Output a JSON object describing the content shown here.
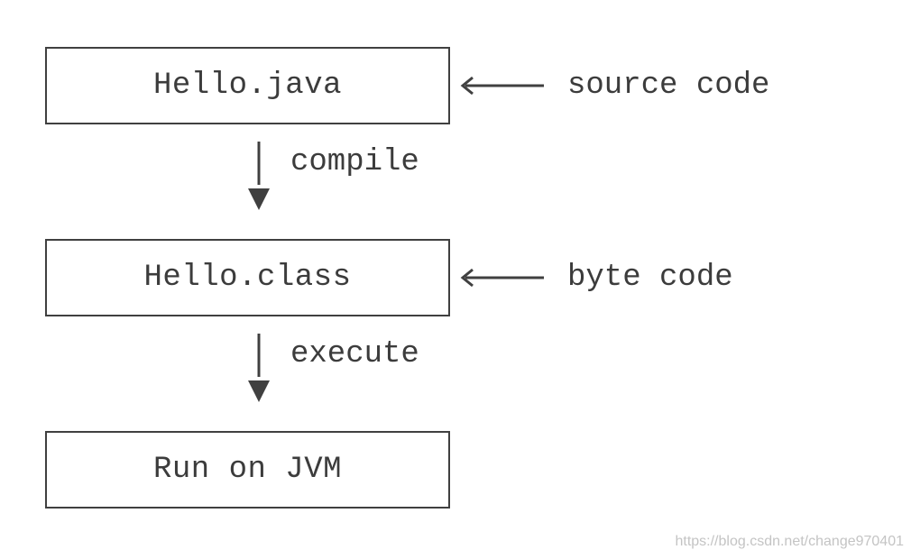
{
  "boxes": [
    {
      "label": "Hello.java"
    },
    {
      "label": "Hello.class"
    },
    {
      "label": "Run on JVM"
    }
  ],
  "notes": [
    {
      "text": "source code"
    },
    {
      "text": "byte code"
    }
  ],
  "steps": [
    {
      "label": "compile"
    },
    {
      "label": "execute"
    }
  ],
  "watermark": "https://blog.csdn.net/change970401",
  "colors": {
    "line": "#404040",
    "text": "#3c3c3c",
    "watermark": "#c4c4c4"
  }
}
